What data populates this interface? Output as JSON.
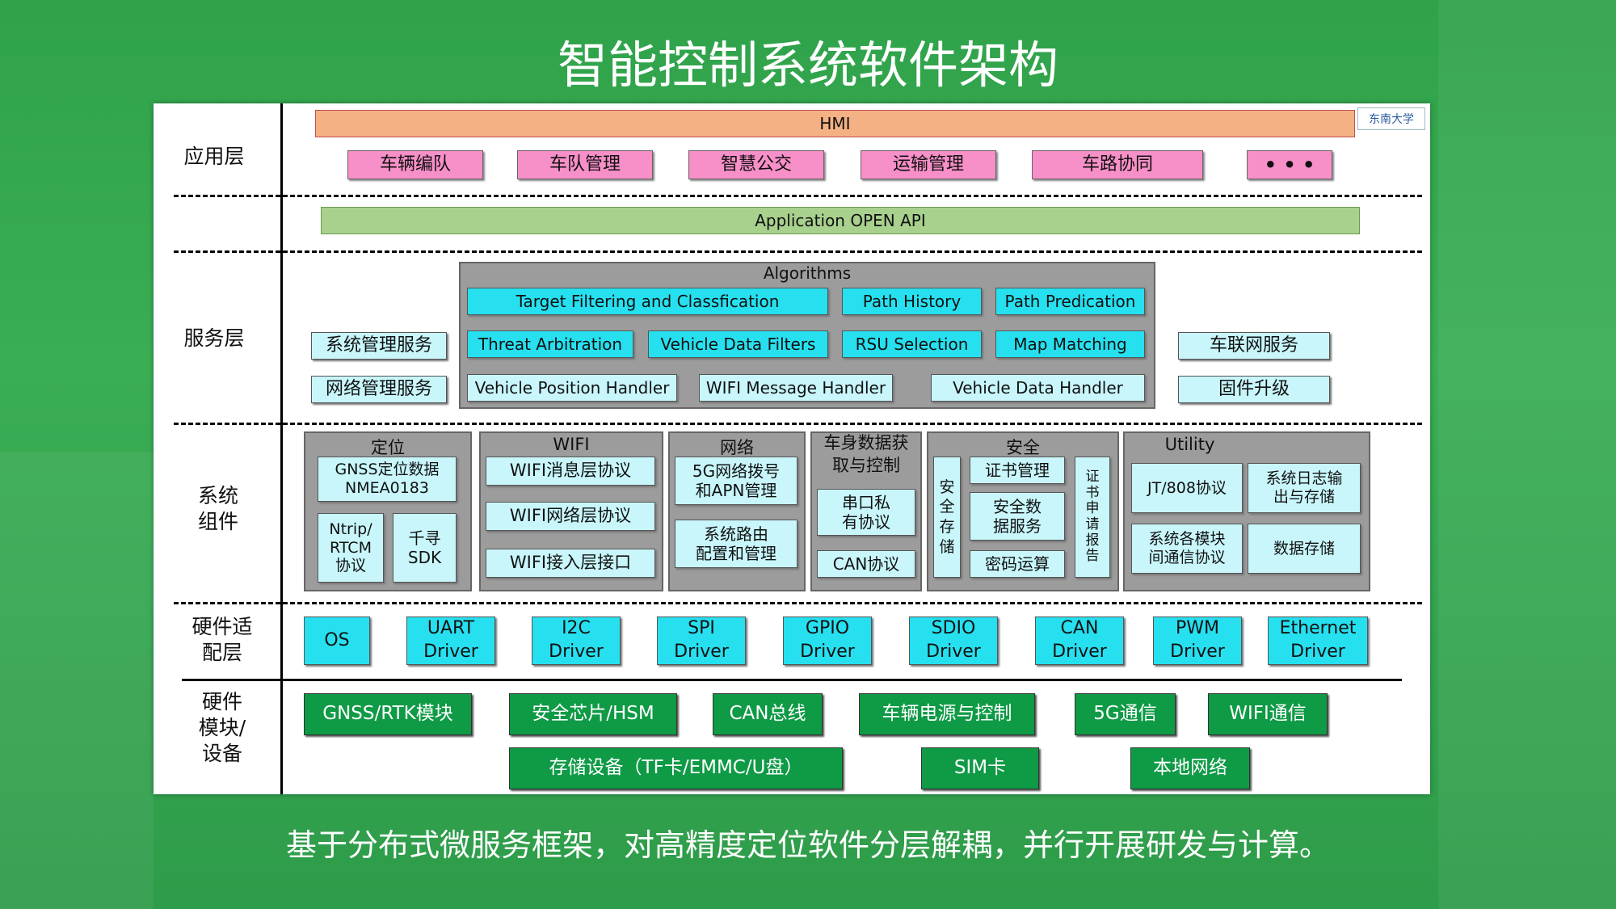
{
  "title": "智能控制系统软件架构",
  "subtitle": "基于分布式微服务框架，对高精度定位软件分层解耦，并行开展研发与计算。",
  "logo_text": "东南大学",
  "layers": {
    "app": "应用层",
    "service": "服务层",
    "system": "系统\n组件",
    "hal": "硬件适\n配层",
    "hw": "硬件\n模块/\n设备"
  },
  "hmi": "HMI",
  "apps": [
    "车辆编队",
    "车队管理",
    "智慧公交",
    "运输管理",
    "车路协同",
    "• • •"
  ],
  "open_api": "Application OPEN API",
  "service_left": [
    "系统管理服务",
    "网络管理服务"
  ],
  "service_right": [
    "车联网服务",
    "固件升级"
  ],
  "algorithms": {
    "title": "Algorithms",
    "row1": [
      "Target Filtering and Classfication",
      "Path History",
      "Path Predication"
    ],
    "row2": [
      "Threat Arbitration",
      "Vehicle Data Filters",
      "RSU Selection",
      "Map Matching"
    ],
    "row3": [
      "Vehicle Position Handler",
      "WIFI  Message Handler",
      "Vehicle Data Handler"
    ]
  },
  "components": {
    "positioning": {
      "title": "定位",
      "gnss": "GNSS定位数据\nNMEA0183",
      "ntrip": "Ntrip/\nRTCM\n协议",
      "qianxun": "千寻\nSDK"
    },
    "wifi": {
      "title": "WIFI",
      "items": [
        "WIFI消息层协议",
        "WIFI网络层协议",
        "WIFI接入层接口"
      ]
    },
    "network": {
      "title": "网络",
      "items": [
        "5G网络拨号\n和APN管理",
        "系统路由\n配置和管理"
      ]
    },
    "vehicle": {
      "title": "车身数据获\n取与控制",
      "items": [
        "串口私\n有协议",
        "CAN协议"
      ]
    },
    "security": {
      "title": "安全",
      "storage": "安\n全\n存\n储",
      "items": [
        "证书管理",
        "安全数\n据服务",
        "密码运算"
      ],
      "cert": "证\n书\n申\n请\n报\n告"
    },
    "utility": {
      "title": "Utility",
      "items": [
        "JT/808协议",
        "系统日志输\n出与存储",
        "系统各模块\n间通信协议",
        "数据存储"
      ]
    }
  },
  "drivers": [
    "OS",
    "UART\nDriver",
    "I2C\nDriver",
    "SPI\nDriver",
    "GPIO\nDriver",
    "SDIO\nDriver",
    "CAN\nDriver",
    "PWM\nDriver",
    "Ethernet\nDriver"
  ],
  "hardware_row1": [
    "GNSS/RTK模块",
    "安全芯片/HSM",
    "CAN总线",
    "车辆电源与控制",
    "5G通信",
    "WIFI通信"
  ],
  "hardware_row2": [
    "存储设备（TF卡/EMMC/U盘）",
    "SIM卡",
    "本地网络"
  ]
}
